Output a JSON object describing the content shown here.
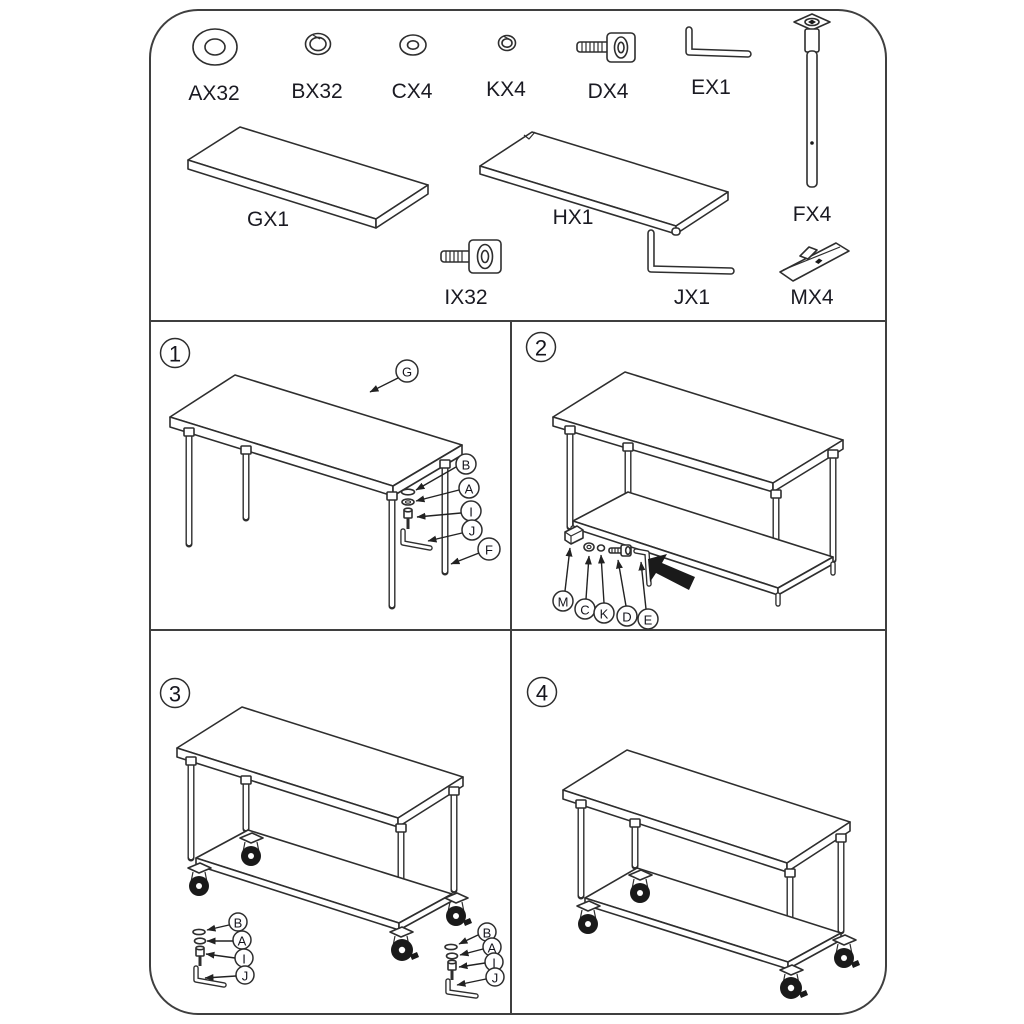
{
  "colors": {
    "line": "#2e2e2e",
    "text": "#1a1a22",
    "background": "#ffffff",
    "wheel": "#1a1a1a"
  },
  "parts_list": {
    "hardware_row": [
      {
        "id": "AX32",
        "icon": "flat-washer-icon"
      },
      {
        "id": "BX32",
        "icon": "spring-washer-icon"
      },
      {
        "id": "CX4",
        "icon": "flat-washer-small-icon"
      },
      {
        "id": "KX4",
        "icon": "spring-washer-small-icon"
      },
      {
        "id": "DX4",
        "icon": "socket-bolt-icon"
      },
      {
        "id": "EX1",
        "icon": "allen-key-icon"
      }
    ],
    "panel_row": [
      {
        "id": "GX1",
        "icon": "table-top-panel-icon"
      },
      {
        "id": "HX1",
        "icon": "shelf-panel-icon"
      },
      {
        "id": "FX4",
        "icon": "table-leg-icon"
      }
    ],
    "tool_row": [
      {
        "id": "IX32",
        "icon": "socket-bolt-icon"
      },
      {
        "id": "JX1",
        "icon": "allen-key-icon"
      },
      {
        "id": "MX4",
        "icon": "corner-bracket-icon"
      }
    ]
  },
  "steps": [
    {
      "number": "1",
      "callouts": {
        "g": "G",
        "b": "B",
        "a": "A",
        "i": "I",
        "j": "J",
        "f": "F"
      }
    },
    {
      "number": "2",
      "callouts": {
        "m": "M",
        "c": "C",
        "k": "K",
        "d": "D",
        "e": "E"
      }
    },
    {
      "number": "3",
      "left_callouts": {
        "b": "B",
        "a": "A",
        "i": "I",
        "j": "J"
      },
      "right_callouts": {
        "b": "B",
        "a": "A",
        "i": "I",
        "j": "J"
      }
    },
    {
      "number": "4"
    }
  ]
}
